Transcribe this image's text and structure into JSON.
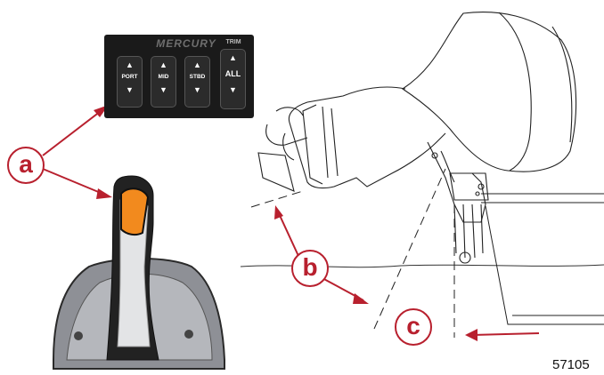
{
  "keypad": {
    "brand": "MERCURY",
    "trim_label": "TRIM",
    "keys": [
      {
        "label": "PORT"
      },
      {
        "label": "MID"
      },
      {
        "label": "STBD"
      },
      {
        "label": "ALL"
      }
    ]
  },
  "callouts": {
    "a": "a",
    "b": "b",
    "c": "c"
  },
  "figure_number": "57105",
  "colors": {
    "callout": "#b8202e",
    "trim_button": "#f28a1e",
    "keypad": "#1a1a1a"
  },
  "icons": {
    "up": "▲",
    "down": "▼"
  }
}
